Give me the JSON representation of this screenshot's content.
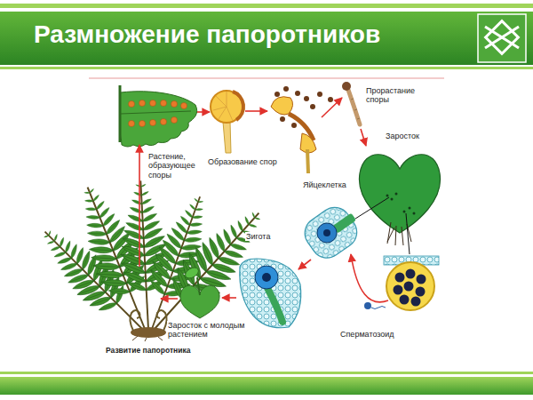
{
  "diagram": {
    "title": "Размножение папоротников",
    "caption": "Развитие папоротника",
    "labels": [
      "Растение, образующее споры",
      "Образование спор",
      "Прорастание споры",
      "Заросток",
      "Яйцеклетка",
      "Зигота",
      "Сперматозоид",
      "Заросток с молодым растением"
    ]
  }
}
